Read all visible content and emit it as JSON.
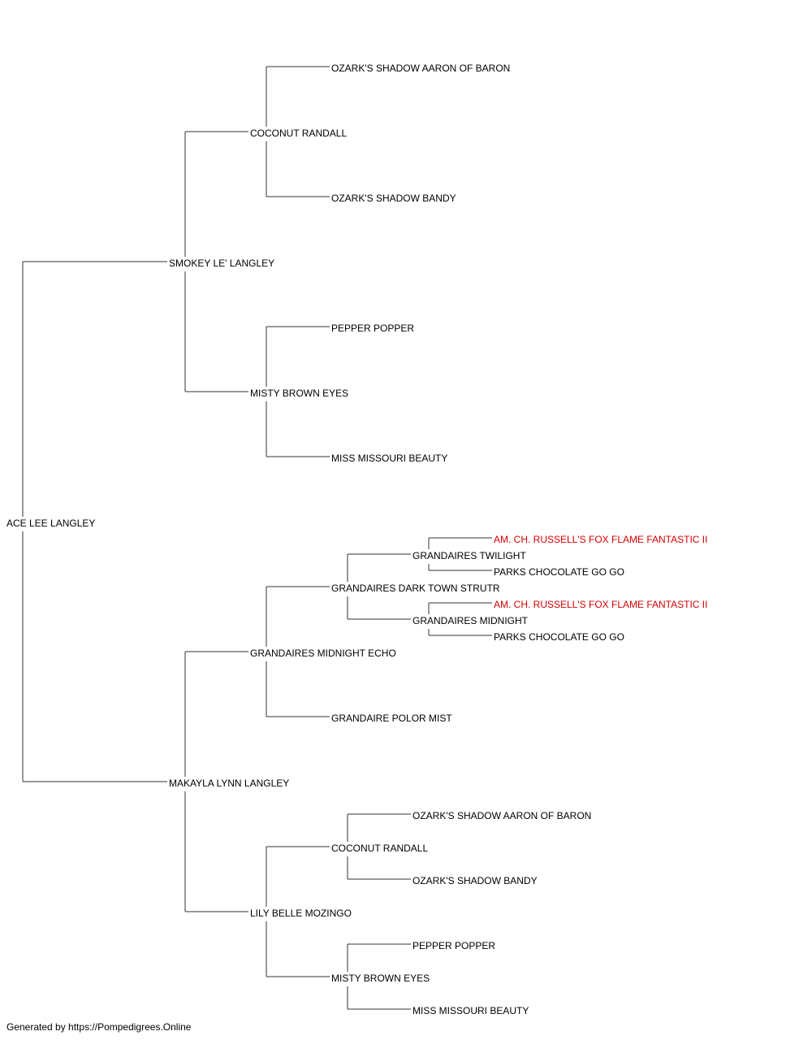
{
  "pedigree": {
    "name": "ACE LEE LANGLEY",
    "sire": {
      "name": "SMOKEY LE' LANGLEY",
      "sire": {
        "name": "COCONUT RANDALL",
        "sire": {
          "name": "OZARK'S SHADOW AARON OF BARON"
        },
        "dam": {
          "name": "OZARK'S SHADOW BANDY"
        }
      },
      "dam": {
        "name": "MISTY BROWN EYES",
        "sire": {
          "name": "PEPPER POPPER"
        },
        "dam": {
          "name": "MISS MISSOURI BEAUTY"
        }
      }
    },
    "dam": {
      "name": "MAKAYLA LYNN LANGLEY",
      "sire": {
        "name": "GRANDAIRES MIDNIGHT ECHO",
        "sire": {
          "name": "GRANDAIRES DARK TOWN STRUTR",
          "sire": {
            "name": "GRANDAIRES TWILIGHT",
            "sire": {
              "name": "AM. CH. RUSSELL'S FOX FLAME FANTASTIC II",
              "highlight": true
            },
            "dam": {
              "name": "PARKS CHOCOLATE GO GO"
            }
          },
          "dam": {
            "name": "GRANDAIRES MIDNIGHT",
            "sire": {
              "name": "AM. CH. RUSSELL'S FOX FLAME FANTASTIC II",
              "highlight": true
            },
            "dam": {
              "name": "PARKS CHOCOLATE GO GO"
            }
          }
        },
        "dam": {
          "name": "GRANDAIRE POLOR MIST"
        }
      },
      "dam": {
        "name": "LILY BELLE MOZINGO",
        "sire": {
          "name": "COCONUT RANDALL",
          "sire": {
            "name": "OZARK'S SHADOW AARON OF BARON"
          },
          "dam": {
            "name": "OZARK'S SHADOW BANDY"
          }
        },
        "dam": {
          "name": "MISTY BROWN EYES",
          "sire": {
            "name": "PEPPER POPPER"
          },
          "dam": {
            "name": "MISS MISSOURI BEAUTY"
          }
        }
      }
    }
  },
  "colors": {
    "line": "#333333",
    "text": "#000000",
    "highlight": "#d40000"
  },
  "footer": {
    "text": "Generated by https://Pompedigrees.Online"
  }
}
